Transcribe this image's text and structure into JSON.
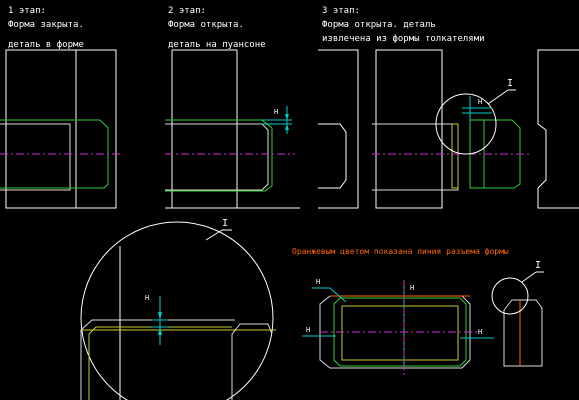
{
  "stage1": {
    "title": "1 этап:",
    "line1": "Форма закрыта.",
    "line2": "деталь в форме"
  },
  "stage2": {
    "title": "2 этап:",
    "line1": "Форма открыта.",
    "line2": "деталь на пуансоне"
  },
  "stage3": {
    "title": "3 этап:",
    "line1": "Форма открыта. деталь",
    "line2": "извлечена из формы толкателями"
  },
  "note": "Оранжевым цветом показана линия разъема формы",
  "detail_label": "I",
  "dim_label": "H",
  "colors": {
    "background": "#000000",
    "lines": "#ffffff",
    "part": "#33cc33",
    "centerline": "#cc33cc",
    "dimension": "#00cccc",
    "parting_line": "#ff6600",
    "punch": "#cccc33",
    "text": "#ffffff",
    "note": "#ff6600"
  }
}
